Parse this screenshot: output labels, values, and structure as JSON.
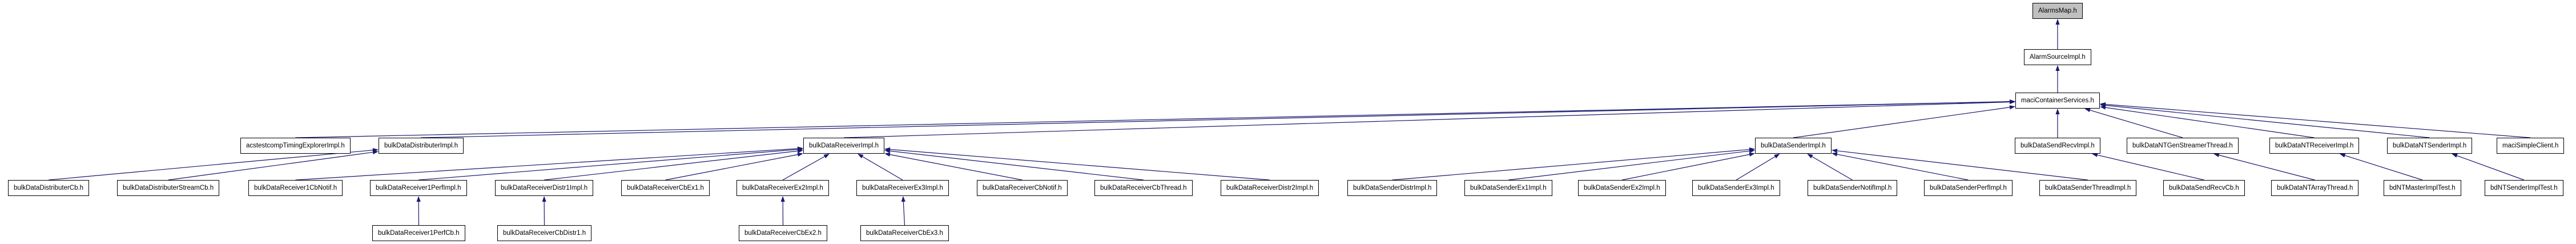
{
  "graph": {
    "description": "include-dependency-graph",
    "colors": {
      "edge": "#191970",
      "node_border": "#000000",
      "node_fill": "#ffffff",
      "highlight_fill": "#c0c0c0"
    },
    "nodes": [
      {
        "id": "AlarmsMap",
        "label": "AlarmsMap.h",
        "highlighted": true
      },
      {
        "id": "AlarmSourceImpl",
        "label": "AlarmSourceImpl.h"
      },
      {
        "id": "maciContainerServices",
        "label": "maciContainerServices.h"
      },
      {
        "id": "acstestcompTimingExplorerImpl",
        "label": "acstestcompTimingExplorerImpl.h"
      },
      {
        "id": "bulkDataDistributerImpl",
        "label": "bulkDataDistributerImpl.h"
      },
      {
        "id": "bulkDataReceiverImpl",
        "label": "bulkDataReceiverImpl.h"
      },
      {
        "id": "bulkDataSenderImpl",
        "label": "bulkDataSenderImpl.h"
      },
      {
        "id": "bulkDataSendRecvImpl",
        "label": "bulkDataSendRecvImpl.h"
      },
      {
        "id": "bulkDataNTGenStreamerThread",
        "label": "bulkDataNTGenStreamerThread.h"
      },
      {
        "id": "bulkDataNTReceiverImpl",
        "label": "bulkDataNTReceiverImpl.h"
      },
      {
        "id": "bulkDataNTSenderImpl",
        "label": "bulkDataNTSenderImpl.h"
      },
      {
        "id": "maciSimpleClient",
        "label": "maciSimpleClient.h"
      },
      {
        "id": "bulkDataDistributerCb",
        "label": "bulkDataDistributerCb.h"
      },
      {
        "id": "bulkDataDistributerStreamCb",
        "label": "bulkDataDistributerStreamCb.h"
      },
      {
        "id": "bulkDataReceiver1CbNotif",
        "label": "bulkDataReceiver1CbNotif.h"
      },
      {
        "id": "bulkDataReceiver1PerfImpl",
        "label": "bulkDataReceiver1PerfImpl.h"
      },
      {
        "id": "bulkDataReceiverDistr1Impl",
        "label": "bulkDataReceiverDistr1Impl.h"
      },
      {
        "id": "bulkDataReceiverCbEx1",
        "label": "bulkDataReceiverCbEx1.h"
      },
      {
        "id": "bulkDataReceiverEx2Impl",
        "label": "bulkDataReceiverEx2Impl.h"
      },
      {
        "id": "bulkDataReceiverEx3Impl",
        "label": "bulkDataReceiverEx3Impl.h"
      },
      {
        "id": "bulkDataReceiverCbNotif",
        "label": "bulkDataReceiverCbNotif.h"
      },
      {
        "id": "bulkDataReceiverCbThread",
        "label": "bulkDataReceiverCbThread.h"
      },
      {
        "id": "bulkDataReceiverDistr2Impl",
        "label": "bulkDataReceiverDistr2Impl.h"
      },
      {
        "id": "bulkDataSenderDistrImpl",
        "label": "bulkDataSenderDistrImpl.h"
      },
      {
        "id": "bulkDataSenderEx1Impl",
        "label": "bulkDataSenderEx1Impl.h"
      },
      {
        "id": "bulkDataSenderEx2Impl",
        "label": "bulkDataSenderEx2Impl.h"
      },
      {
        "id": "bulkDataSenderEx3Impl",
        "label": "bulkDataSenderEx3Impl.h"
      },
      {
        "id": "bulkDataSenderNotifImpl",
        "label": "bulkDataSenderNotifImpl.h"
      },
      {
        "id": "bulkDataSenderPerfImpl",
        "label": "bulkDataSenderPerfImpl.h"
      },
      {
        "id": "bulkDataSenderThreadImpl",
        "label": "bulkDataSenderThreadImpl.h"
      },
      {
        "id": "bulkDataSendRecvCb",
        "label": "bulkDataSendRecvCb.h"
      },
      {
        "id": "bulkDataNTArrayThread",
        "label": "bulkDataNTArrayThread.h"
      },
      {
        "id": "bdNTMasterImplTest",
        "label": "bdNTMasterImplTest.h"
      },
      {
        "id": "bdNTSenderImplTest",
        "label": "bdNTSenderImplTest.h"
      },
      {
        "id": "bulkDataReceiver1PerfCb",
        "label": "bulkDataReceiver1PerfCb.h"
      },
      {
        "id": "bulkDataReceiverCbDistr1",
        "label": "bulkDataReceiverCbDistr1.h"
      },
      {
        "id": "bulkDataReceiverCbEx2",
        "label": "bulkDataReceiverCbEx2.h"
      },
      {
        "id": "bulkDataReceiverCbEx3",
        "label": "bulkDataReceiverCbEx3.h"
      }
    ],
    "edges": [
      {
        "from": "AlarmSourceImpl",
        "to": "AlarmsMap"
      },
      {
        "from": "maciContainerServices",
        "to": "AlarmSourceImpl"
      },
      {
        "from": "acstestcompTimingExplorerImpl",
        "to": "maciContainerServices"
      },
      {
        "from": "bulkDataDistributerImpl",
        "to": "maciContainerServices"
      },
      {
        "from": "bulkDataReceiverImpl",
        "to": "maciContainerServices"
      },
      {
        "from": "bulkDataSenderImpl",
        "to": "maciContainerServices"
      },
      {
        "from": "bulkDataSendRecvImpl",
        "to": "maciContainerServices"
      },
      {
        "from": "bulkDataNTGenStreamerThread",
        "to": "maciContainerServices"
      },
      {
        "from": "bulkDataNTReceiverImpl",
        "to": "maciContainerServices"
      },
      {
        "from": "bulkDataNTSenderImpl",
        "to": "maciContainerServices"
      },
      {
        "from": "maciSimpleClient",
        "to": "maciContainerServices"
      },
      {
        "from": "bulkDataDistributerCb",
        "to": "bulkDataDistributerImpl"
      },
      {
        "from": "bulkDataDistributerStreamCb",
        "to": "bulkDataDistributerImpl"
      },
      {
        "from": "bulkDataReceiver1CbNotif",
        "to": "bulkDataReceiverImpl"
      },
      {
        "from": "bulkDataReceiver1PerfImpl",
        "to": "bulkDataReceiverImpl"
      },
      {
        "from": "bulkDataReceiverDistr1Impl",
        "to": "bulkDataReceiverImpl"
      },
      {
        "from": "bulkDataReceiverCbEx1",
        "to": "bulkDataReceiverImpl"
      },
      {
        "from": "bulkDataReceiverEx2Impl",
        "to": "bulkDataReceiverImpl"
      },
      {
        "from": "bulkDataReceiverEx3Impl",
        "to": "bulkDataReceiverImpl"
      },
      {
        "from": "bulkDataReceiverCbNotif",
        "to": "bulkDataReceiverImpl"
      },
      {
        "from": "bulkDataReceiverCbThread",
        "to": "bulkDataReceiverImpl"
      },
      {
        "from": "bulkDataReceiverDistr2Impl",
        "to": "bulkDataReceiverImpl"
      },
      {
        "from": "bulkDataSenderDistrImpl",
        "to": "bulkDataSenderImpl"
      },
      {
        "from": "bulkDataSenderEx1Impl",
        "to": "bulkDataSenderImpl"
      },
      {
        "from": "bulkDataSenderEx2Impl",
        "to": "bulkDataSenderImpl"
      },
      {
        "from": "bulkDataSenderEx3Impl",
        "to": "bulkDataSenderImpl"
      },
      {
        "from": "bulkDataSenderNotifImpl",
        "to": "bulkDataSenderImpl"
      },
      {
        "from": "bulkDataSenderPerfImpl",
        "to": "bulkDataSenderImpl"
      },
      {
        "from": "bulkDataSenderThreadImpl",
        "to": "bulkDataSenderImpl"
      },
      {
        "from": "bulkDataSendRecvCb",
        "to": "bulkDataSendRecvImpl"
      },
      {
        "from": "bulkDataNTArrayThread",
        "to": "bulkDataNTGenStreamerThread"
      },
      {
        "from": "bdNTMasterImplTest",
        "to": "bulkDataNTReceiverImpl"
      },
      {
        "from": "bdNTSenderImplTest",
        "to": "bulkDataNTSenderImpl"
      },
      {
        "from": "bulkDataReceiver1PerfCb",
        "to": "bulkDataReceiver1PerfImpl"
      },
      {
        "from": "bulkDataReceiverCbDistr1",
        "to": "bulkDataReceiverDistr1Impl"
      },
      {
        "from": "bulkDataReceiverCbEx2",
        "to": "bulkDataReceiverEx2Impl"
      },
      {
        "from": "bulkDataReceiverCbEx3",
        "to": "bulkDataReceiverEx3Impl"
      }
    ]
  }
}
